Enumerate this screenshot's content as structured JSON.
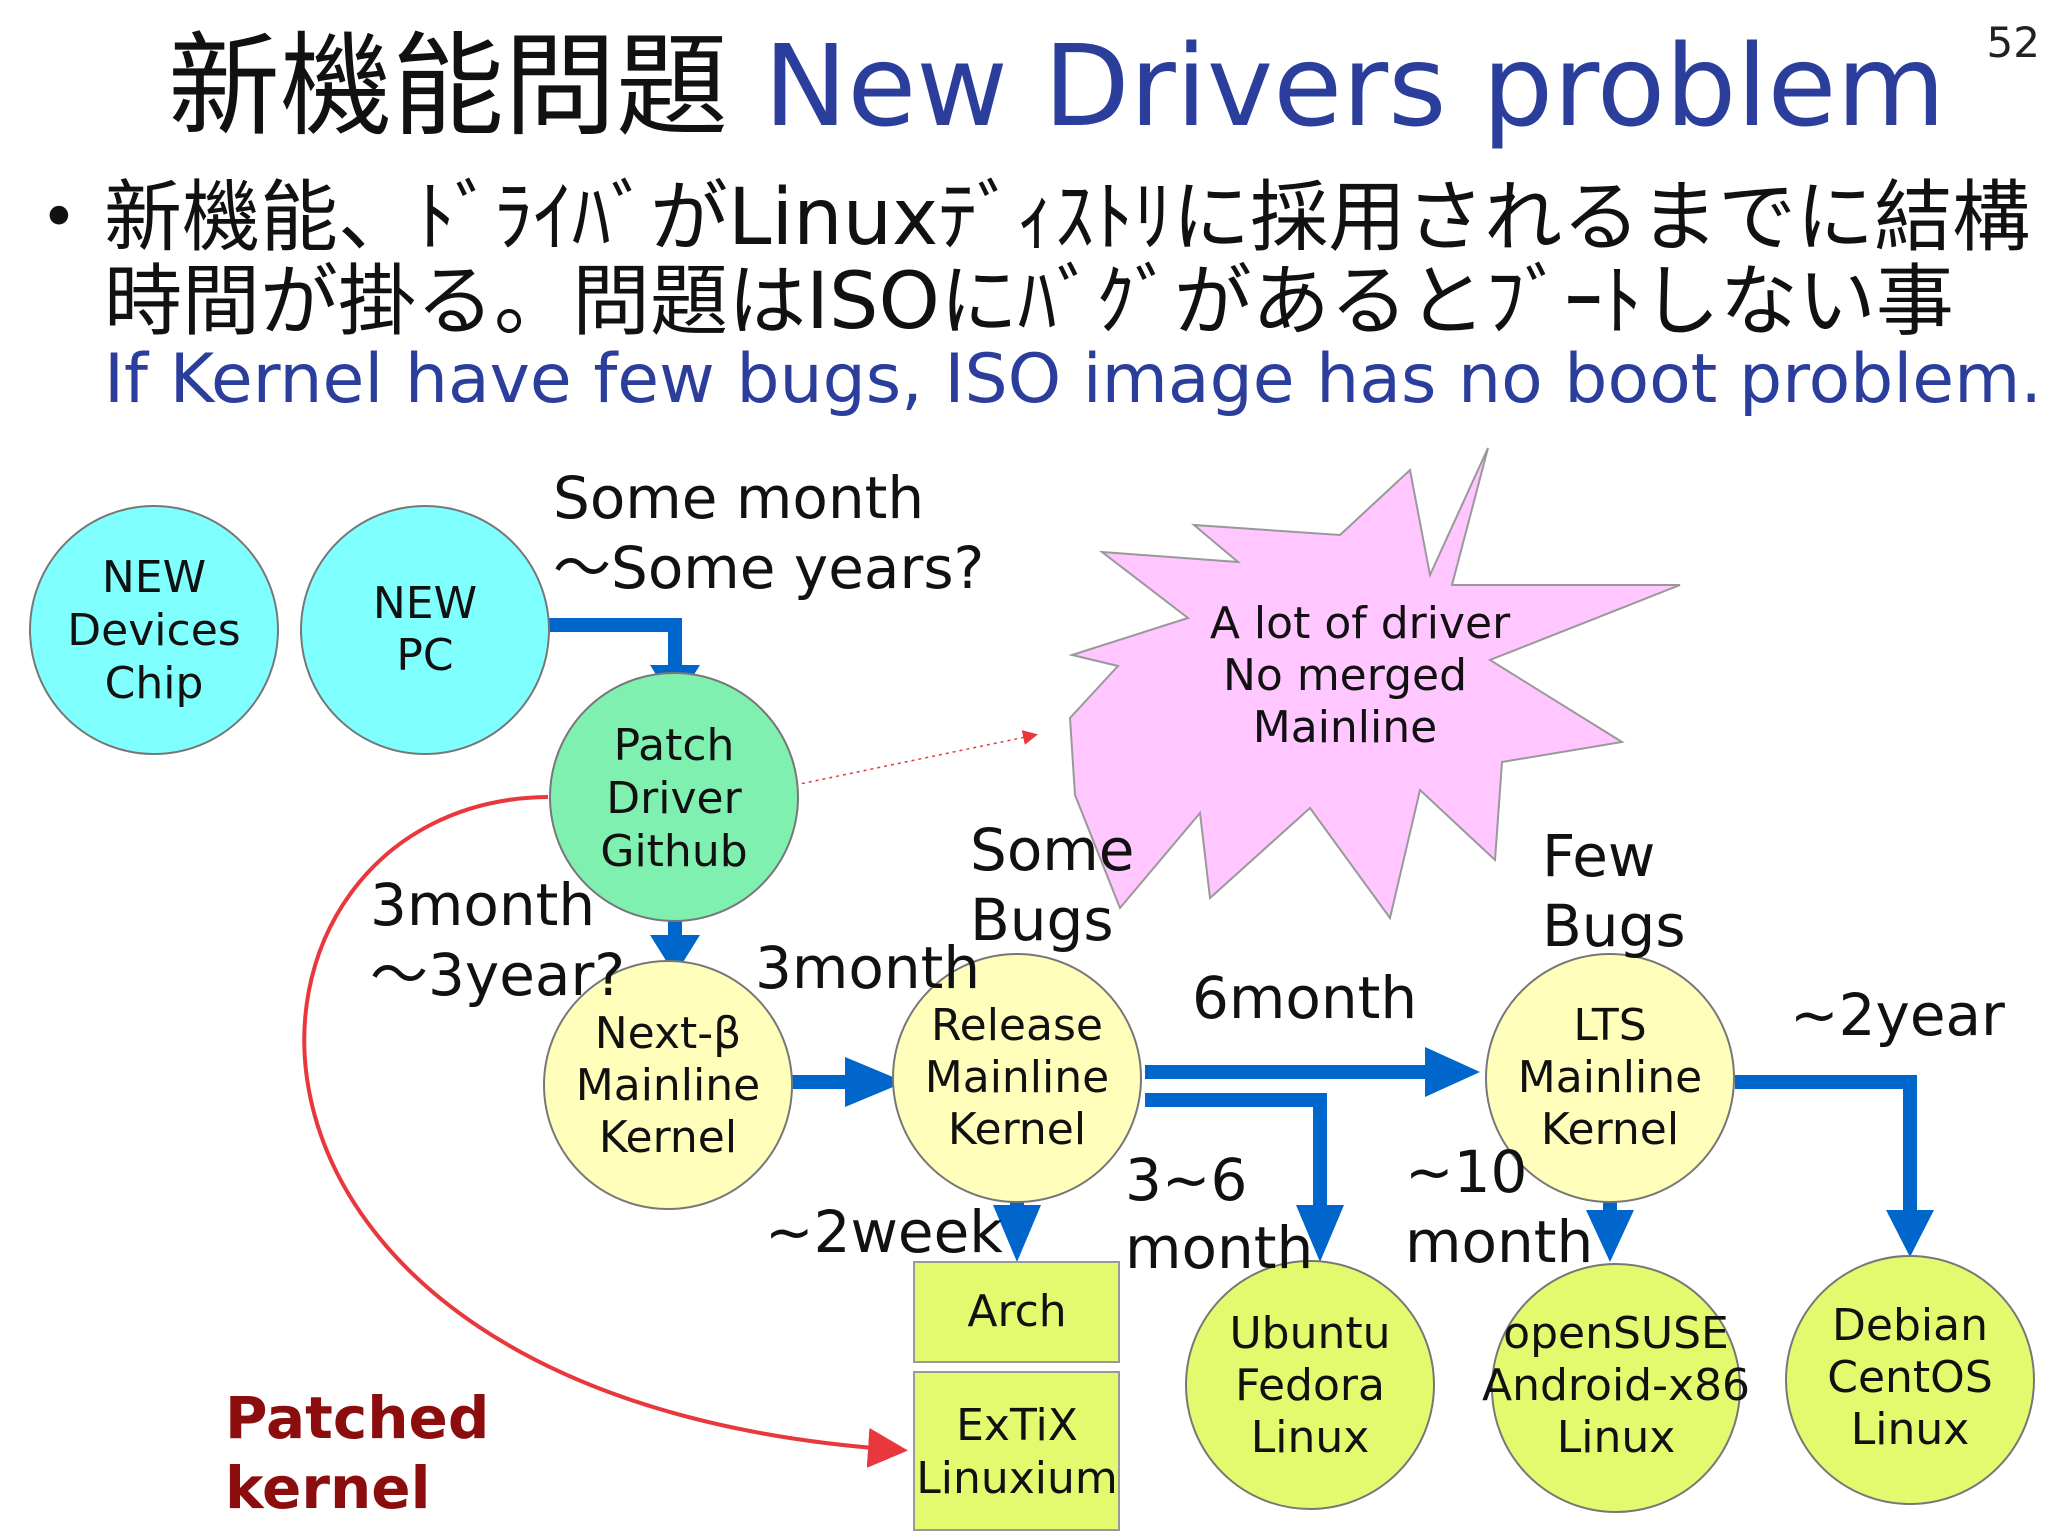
{
  "page_number": "52",
  "title": {
    "jp": "新機能問題",
    "en": "New Drivers problem"
  },
  "bullet": {
    "line1": "新機能、ﾄﾞﾗｲﾊﾞがLinuxﾃﾞｨｽﾄﾘに採用されるまでに結構",
    "line2": "時間が掛る。問題はISOにﾊﾞｸﾞがあるとﾌﾞｰﾄしない事",
    "english": "If Kernel have few bugs, ISO image has no boot problem."
  },
  "nodes": {
    "new_chip": [
      "NEW",
      "Devices",
      "Chip"
    ],
    "new_pc": [
      "NEW",
      "PC"
    ],
    "patch_driver": [
      "Patch",
      "Driver",
      "Github"
    ],
    "next_beta": [
      "Next-β",
      "Mainline",
      "Kernel"
    ],
    "release": [
      "Release",
      "Mainline",
      "Kernel"
    ],
    "lts": [
      "LTS",
      "Mainline",
      "Kernel"
    ],
    "arch": [
      "Arch"
    ],
    "extix": [
      "ExTiX",
      "Linuxium"
    ],
    "ubuntu": [
      "Ubuntu",
      "Fedora",
      "Linux"
    ],
    "opensuse": [
      "openSUSE",
      "Android-x86",
      "Linux"
    ],
    "debian": [
      "Debian",
      "CentOS",
      "Linux"
    ],
    "burst": [
      "A lot of driver",
      "No merged",
      "Mainline"
    ]
  },
  "labels": {
    "some_month": [
      "Some month",
      "～Some years?"
    ],
    "three_month_3year": [
      "3month",
      "～3year?"
    ],
    "three_month": "3month",
    "some_bugs": [
      "Some",
      "Bugs"
    ],
    "few_bugs": [
      "Few",
      "Bugs"
    ],
    "six_month": "6month",
    "two_year": "~2year",
    "two_week": "~2week",
    "three_six_month": [
      "3~6",
      "month"
    ],
    "ten_month": [
      "~10",
      "month"
    ],
    "patched_kernel": [
      "Patched",
      "kernel"
    ]
  },
  "colors": {
    "cyan": "#80ffff",
    "green_node": "#80f0b0",
    "yellow_node": "#ffffbb",
    "lime_node": "#e4fa6e",
    "burst": "#ffc6ff",
    "arrow_blue": "#0066cc",
    "arrow_red": "#e8383d",
    "title_blue": "#2c3e9c"
  }
}
